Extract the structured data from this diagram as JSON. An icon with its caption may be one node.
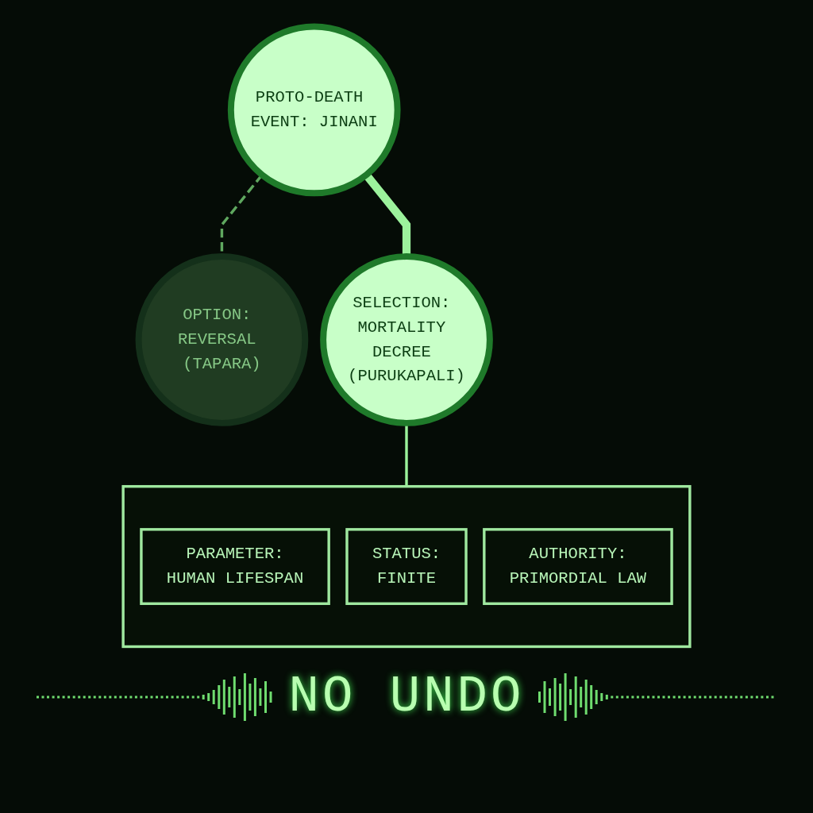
{
  "diagram": {
    "caption": "NO UNDO",
    "nodes": [
      {
        "text": [
          "PROTO-DEATH EVENT: JINANI"
        ]
      },
      {
        "text": [
          "OPTION: REVERSAL (TAPARA)"
        ]
      },
      {
        "text": [
          "SELECTION: MORTALITY DECREE (PURUKAPALI)"
        ]
      },
      {
        "text": [],
        "shape": "box"
      },
      {
        "text": [
          "PARAMETER:",
          "HUMAN LIFESPAN"
        ],
        "in": 3
      },
      {
        "text": [
          "STATUS:",
          "FINITE"
        ],
        "in": 3
      },
      {
        "text": [
          "AUTHORITY:",
          "PRIMORDIAL LAW"
        ],
        "in": 3
      }
    ],
    "edges": [
      {
        "from": 0,
        "to": 2,
        "arrow": "none",
        "style": "thick"
      },
      {
        "from": 0,
        "to": 1,
        "arrow": "none",
        "style": "dashed",
        "color": "#5fa85f"
      },
      {
        "from": 2,
        "to": 3,
        "arrow": "none"
      }
    ]
  }
}
